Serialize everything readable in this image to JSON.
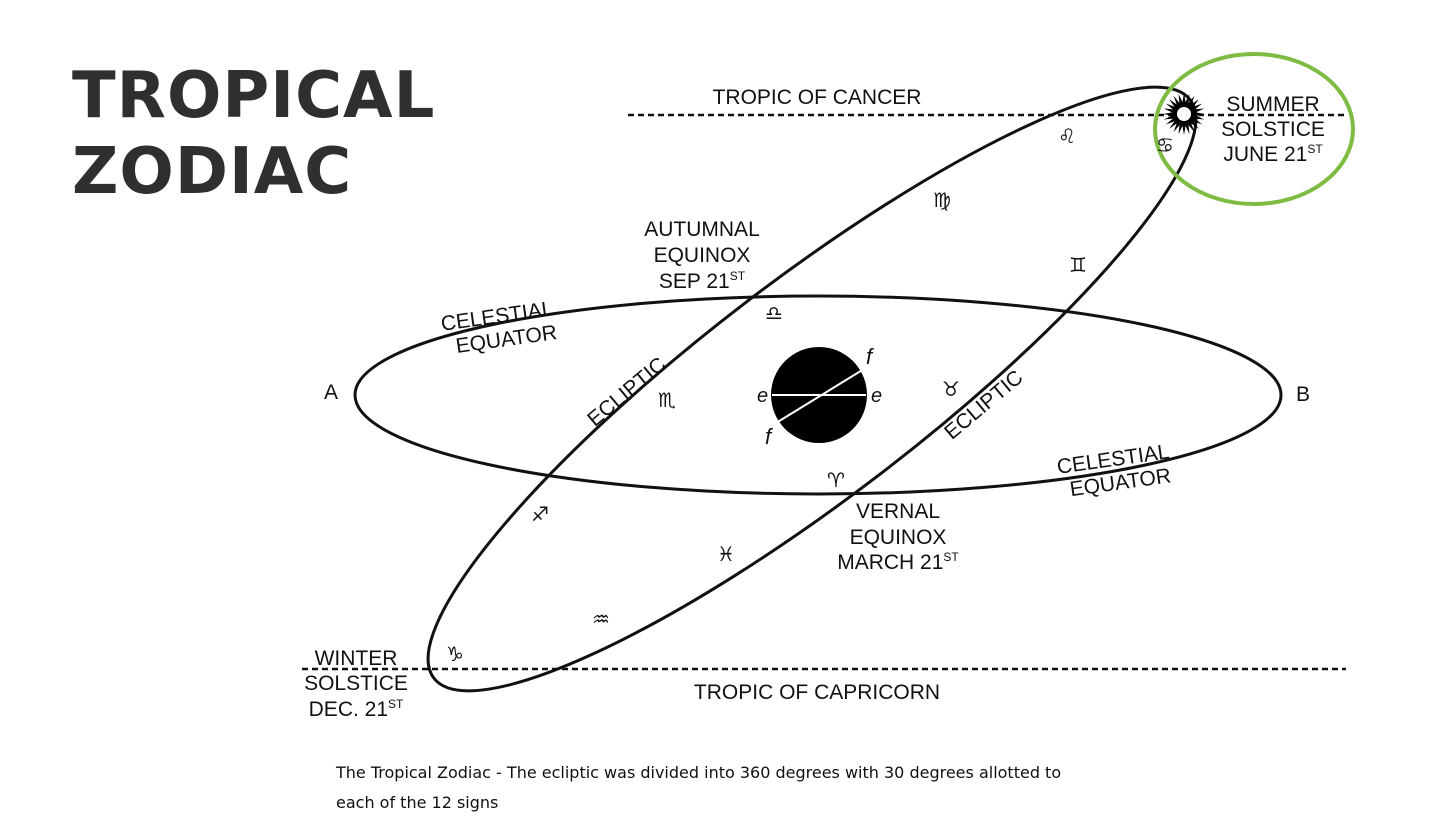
{
  "title": {
    "line1": "TROPICAL",
    "line2": "ZODIAC"
  },
  "labels": {
    "tropic_cancer": "TROPIC OF CANCER",
    "tropic_capricorn": "TROPIC OF CAPRICORN",
    "summer": {
      "line1": "SUMMER",
      "line2": "SOLSTICE",
      "line3": "JUNE 21",
      "sup": "ST"
    },
    "winter": {
      "line1": "WINTER",
      "line2": "SOLSTICE",
      "line3": "DEC. 21",
      "sup": "ST"
    },
    "autumnal": {
      "line1": "AUTUMNAL",
      "line2": "EQUINOX",
      "line3": "SEP 21",
      "sup": "ST"
    },
    "vernal": {
      "line1": "VERNAL",
      "line2": "EQUINOX",
      "line3": "MARCH 21",
      "sup": "ST"
    },
    "celestial_left": {
      "line1": "CELESTIAL",
      "line2": "EQUATOR"
    },
    "celestial_right": {
      "line1": "CELESTIAL",
      "line2": "EQUATOR"
    },
    "ecliptic_left": "ECLIPTIC",
    "ecliptic_right": "ECLIPTIC",
    "point_a": "A",
    "point_b": "B",
    "earth_e_left": "e",
    "earth_e_right": "e",
    "earth_f_top": "f",
    "earth_f_bottom": "f"
  },
  "signs": {
    "aries": "♈",
    "taurus": "♉",
    "gemini": "♊",
    "cancer": "♋",
    "leo": "♌",
    "virgo": "♍",
    "libra": "♎",
    "scorpio": "♏",
    "sagittarius": "♐",
    "capricorn": "♑",
    "aquarius": "♒",
    "pisces": "♓"
  },
  "caption": {
    "line1": "The Tropical Zodiac - The ecliptic was divided into 360 degrees with 30 degrees allotted to",
    "line2": "each of the 12 signs"
  },
  "colors": {
    "highlight": "#7dbb42",
    "ink": "#111111",
    "title": "#2f2f2f"
  }
}
